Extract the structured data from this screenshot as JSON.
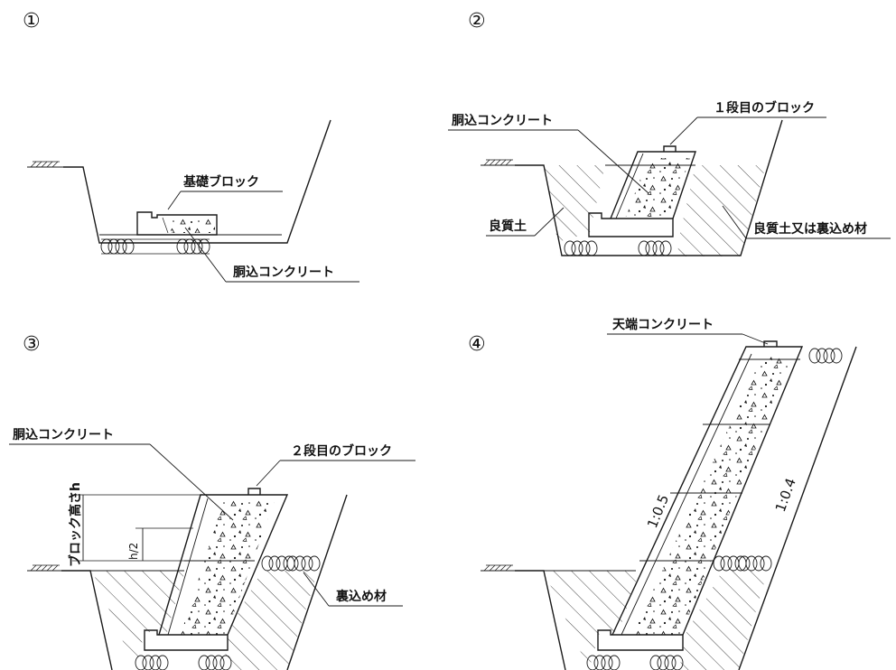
{
  "steps": [
    "①",
    "②",
    "③",
    "④"
  ],
  "labels": {
    "kiso_block": "基礎ブロック",
    "dougomi": "胴込コンクリート",
    "block1": "１段目のブロック",
    "ryoshitsudo": "良質土",
    "ryoshitsudo_ura": "良質土又は裏込め材",
    "block2": "２段目のブロック",
    "block_height": "ブロック高さh",
    "half_h": "h/2",
    "uragome": "裏込め材",
    "tenba": "天端コンクリート",
    "ratio_front": "1:0.5",
    "ratio_back": "1:0.4"
  }
}
